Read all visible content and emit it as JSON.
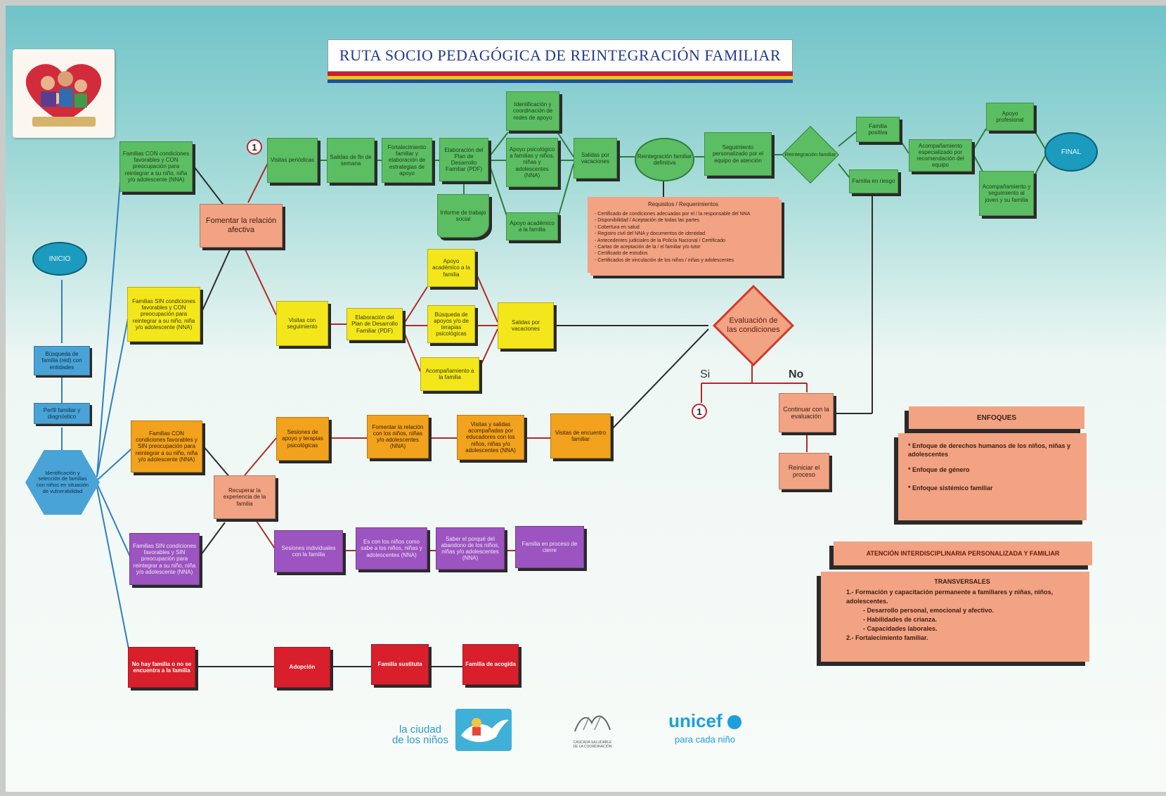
{
  "title": "RUTA SOCIO PEDAGÓGICA DE REINTEGRACIÓN FAMILIAR",
  "start": {
    "label": "INICIO"
  },
  "end": {
    "label": "FINAL"
  },
  "intake": [
    "Búsqueda de familia (red) con entidades",
    "Perfil familiar y diagnóstico",
    "Identificación y selección de familias con niños en situación de vulnerabilidad"
  ],
  "connectors": {
    "one": "1"
  },
  "hubs": {
    "affective": "Fomentar la relación afectiva",
    "experience": "Recuperar la experiencia de la familia"
  },
  "green_row": [
    "Familias CON condiciones favorables y CON preocupación para reintegrar a su niño, niña y/o adolescente (NNA)",
    "Visitas periódicas",
    "Salidas de fin de semana",
    "Fortalecimiento familiar y elaboración de estrategias de apoyo",
    "Elaboración del Plan de Desarrollo Familiar (PDF)",
    "Informe de trabajo social",
    "Identificación y coordinación de redes de apoyo",
    "Apoyo psicológico a familias y niños, niñas y adolescentes (NNA)",
    "Apoyo académico a la familia",
    "Salidas por vacaciones",
    "Reintegración familiar definitiva",
    "Seguimiento personalizado por el equipo de atención",
    "Reintegración familiar",
    "Familia positiva",
    "Familia en riesgo",
    "Acompañamiento especializado por recomendación del equipo",
    "Apoyo profesional",
    "Acompañamiento y seguimiento al joven y su familia"
  ],
  "yellow_row": [
    "Familias SIN condiciones favorables y CON preocupación para reintegrar a su niño, niña y/o adolescente (NNA)",
    "Visitas con seguimiento",
    "Elaboración del Plan de Desarrollo Familiar (PDF)",
    "Apoyo académico a la familia",
    "Búsqueda de apoyos y/o de terapias psicológicas",
    "Acompañamiento a la familia",
    "Salidas por vacaciones"
  ],
  "orange_row": [
    "Familias CON condiciones favorables y SIN preocupación para reintegrar a su niño, niña y/o adolescente (NNA)",
    "Sesiones de apoyo y terapias psicológicas",
    "Fomentar la relación con los niños, niñas y/o adolescentes (NNA)",
    "Visitas y salidas acompañadas por educadores con los niños, niñas y/o adolescentes (NNA)",
    "Visitas de encuentro familiar"
  ],
  "purple_row": [
    "Familias SIN condiciones favorables y SIN preocupación para reintegrar a su niño, niña y/o adolescente (NNA)",
    "Sesiones individuales con la familia",
    "Es con los niños como sabe a los niños, niñas y adolescentes (NNA)",
    "Saber el porqué del abandono de los niños, niñas y/o adolescentes (NNA)",
    "Familia en proceso de cierre"
  ],
  "red_row": [
    "No hay familia o no se encuentra a la familia",
    "Adopción",
    "Familia sustituta",
    "Familia de acogida"
  ],
  "evaluation": {
    "label": "Evaluación de las condiciones",
    "yes": "Si",
    "no": "No"
  },
  "no_branch": [
    "Continuar con la evaluación",
    "Reiniciar el proceso"
  ],
  "requirements": {
    "heading": "Requisitos / Requerimientos",
    "items": [
      "- Certificado de condiciones adecuadas por el / la responsable del NNA",
      "- Disponibilidad / Aceptación de todas las partes",
      "- Cobertura en salud",
      "- Registro civil del NNA y documentos de identidad",
      "- Antecedentes judiciales de la Policía Nacional / Certificado",
      "- Cartas de aceptación de la / el familiar y/o tutor",
      "- Certificado de estudios",
      "- Certificados de vinculación de los niños / niñas y adolescentes"
    ]
  },
  "enfoques": {
    "heading": "ENFOQUES",
    "items": [
      "* Enfoque de derechos humanos de los niños, niñas y adolescentes",
      "* Enfoque de género",
      "* Enfoque sistémico familiar"
    ]
  },
  "transversal": {
    "heading": "ATENCIÓN INTERDISCIPLINARIA PERSONALIZADA Y FAMILIAR",
    "subheading": "TRANSVERSALES",
    "items": [
      "1.- Formación y capacitación permanente a familiares y niñas, niños, adolescentes.",
      "- Desarrollo personal, emocional y afectivo.",
      "- Habilidades de crianza.",
      "- Capacidades laborales.",
      "2.- Fortalecimiento familiar."
    ]
  },
  "logos": {
    "logo1_line1": "la ciudad",
    "logo1_line2": "de los niños",
    "logo2_line1": "CASCADA SALUDABLE",
    "logo2_line2": "DE LA COORDINACIÓN",
    "unicef": "unicef",
    "unicef_tag": "para cada niño"
  },
  "colors": {
    "green": "#5cbe62",
    "yellow": "#f3e71c",
    "orange": "#f2a21d",
    "purple": "#9c54c0",
    "red": "#d91f2b",
    "salmon": "#f2a383",
    "blue": "#4aa3d6",
    "line_green": "#2e7d3a",
    "line_red": "#b02a25",
    "line_blue": "#2f7fc0",
    "line_dark": "#2b2b2b"
  }
}
